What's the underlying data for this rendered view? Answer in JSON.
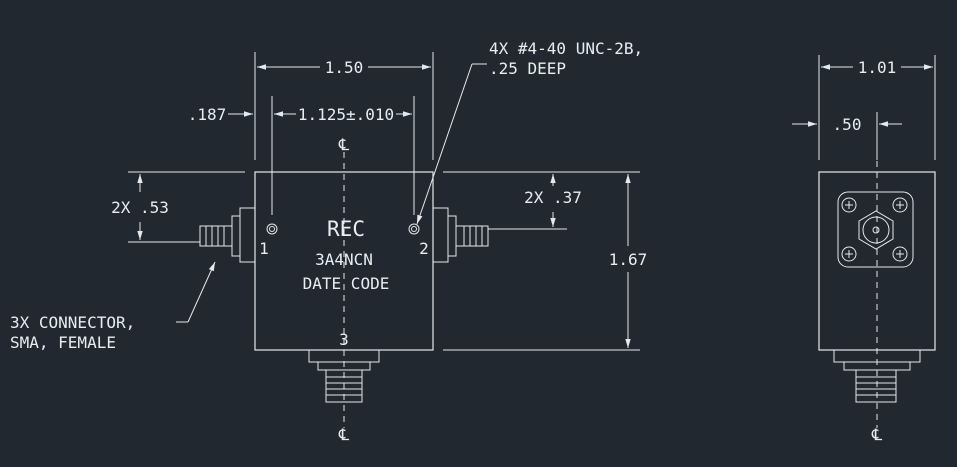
{
  "dims": {
    "width": "1.50",
    "offset": ".187",
    "spacing": "1.125±.010",
    "left_height": "2X .53",
    "right_height": "2X .37",
    "height": "1.67",
    "side_width": "1.01",
    "side_center": ".50"
  },
  "notes": {
    "thread_line1": "4X #4-40 UNC-2B,",
    "thread_line2": ".25 DEEP",
    "connector_line1": "3X CONNECTOR,",
    "connector_line2": "SMA, FEMALE"
  },
  "body": {
    "brand": "REC",
    "model": "3A4NCN",
    "date_code": "DATE CODE"
  },
  "ports": {
    "p1": "1",
    "p2": "2",
    "p3": "3"
  },
  "centerline_symbol": "℄"
}
